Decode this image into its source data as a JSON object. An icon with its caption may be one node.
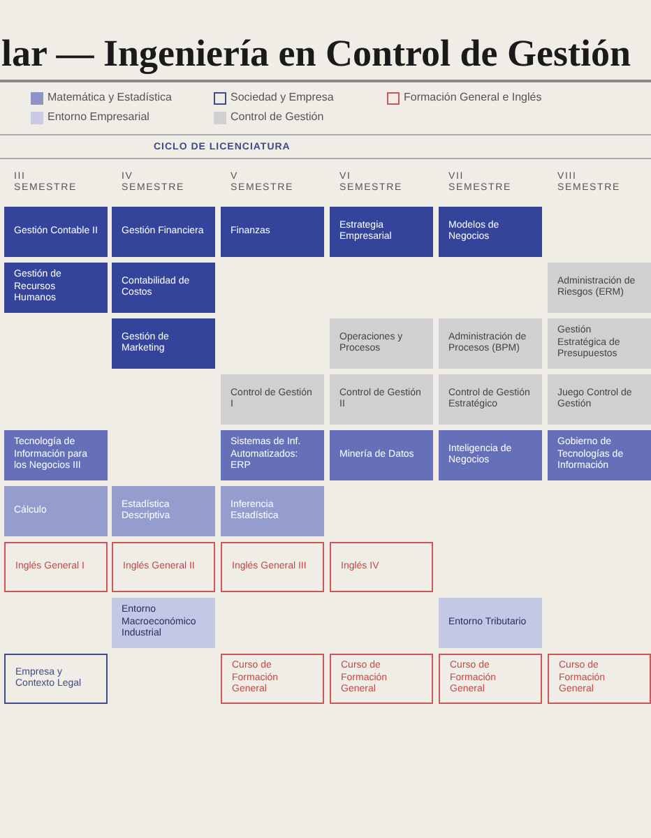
{
  "diagram": {
    "title": "lar — Ingeniería en Control de Gestión",
    "nodes": [
      {
        "text": [
          "Gestión Contable II"
        ]
      },
      {
        "text": [
          "Gestión Financiera"
        ]
      },
      {
        "text": [
          "Finanzas"
        ]
      },
      {
        "text": [
          "Estrategia Empresarial"
        ]
      },
      {
        "text": [
          "Modelos de Negocios"
        ]
      },
      {
        "text": [
          "Gestión de Recursos Humanos"
        ]
      },
      {
        "text": [
          "Contabilidad de Costos"
        ]
      },
      {
        "text": [
          "Administración de Riesgos (ERM)"
        ]
      },
      {
        "text": [
          "Gestión de Marketing"
        ]
      },
      {
        "text": [
          "Operaciones y Procesos"
        ]
      },
      {
        "text": [
          "Administración de Procesos (BPM)"
        ]
      },
      {
        "text": [
          "Gestión Estratégica de Presupuestos"
        ]
      },
      {
        "text": [
          "Control de Gestión I"
        ]
      },
      {
        "text": [
          "Control de Gestión II"
        ]
      },
      {
        "text": [
          "Control de Gestión Estratégico"
        ]
      },
      {
        "text": [
          "Juego Control de Gestión"
        ]
      },
      {
        "text": [
          "Tecnología de Información para los Negocios III"
        ]
      },
      {
        "text": [
          "Sistemas de Inf. Automatizados: ERP"
        ]
      },
      {
        "text": [
          "Minería de Datos"
        ]
      },
      {
        "text": [
          "Inteligencia de Negocios"
        ]
      },
      {
        "text": [
          "Gobierno de Tecnologías de Información"
        ]
      },
      {
        "text": [
          "Cálculo"
        ]
      },
      {
        "text": [
          "Estadística Descriptiva"
        ]
      },
      {
        "text": [
          "Inferencia Estadística"
        ]
      },
      {
        "text": [
          "Inglés General I"
        ]
      },
      {
        "text": [
          "Inglés General II"
        ]
      },
      {
        "text": [
          "Inglés General III"
        ]
      },
      {
        "text": [
          "Inglés IV"
        ]
      },
      {
        "text": [
          "Entorno Macroeconómico Industrial"
        ]
      },
      {
        "text": [
          "Entorno Tributario"
        ]
      },
      {
        "text": [
          "Empresa y Contexto Legal"
        ]
      },
      {
        "text": [
          "Curso de Formación General"
        ]
      },
      {
        "text": [
          "Curso de Formación General"
        ]
      },
      {
        "text": [
          "Curso de Formación General"
        ]
      },
      {
        "text": [
          "Curso de Formación General"
        ]
      }
    ],
    "labels": [
      "CICLO DE LICENCIATURA",
      "III SEMESTRE",
      "IV SEMESTRE",
      "V SEMESTRE",
      "VI SEMESTRE",
      "VII SEMESTRE",
      "VIII SEMESTRE"
    ],
    "legend": [
      {
        "text": "Matemática y Estadística",
        "color": "#8f94c8"
      },
      {
        "text": "Sociedad y Empresa"
      },
      {
        "text": "Formación General e Inglés"
      },
      {
        "text": "Entorno Empresarial",
        "color": "#c8cbe6"
      },
      {
        "text": "Control de Gestión",
        "color": "#d0d0d0"
      }
    ]
  }
}
